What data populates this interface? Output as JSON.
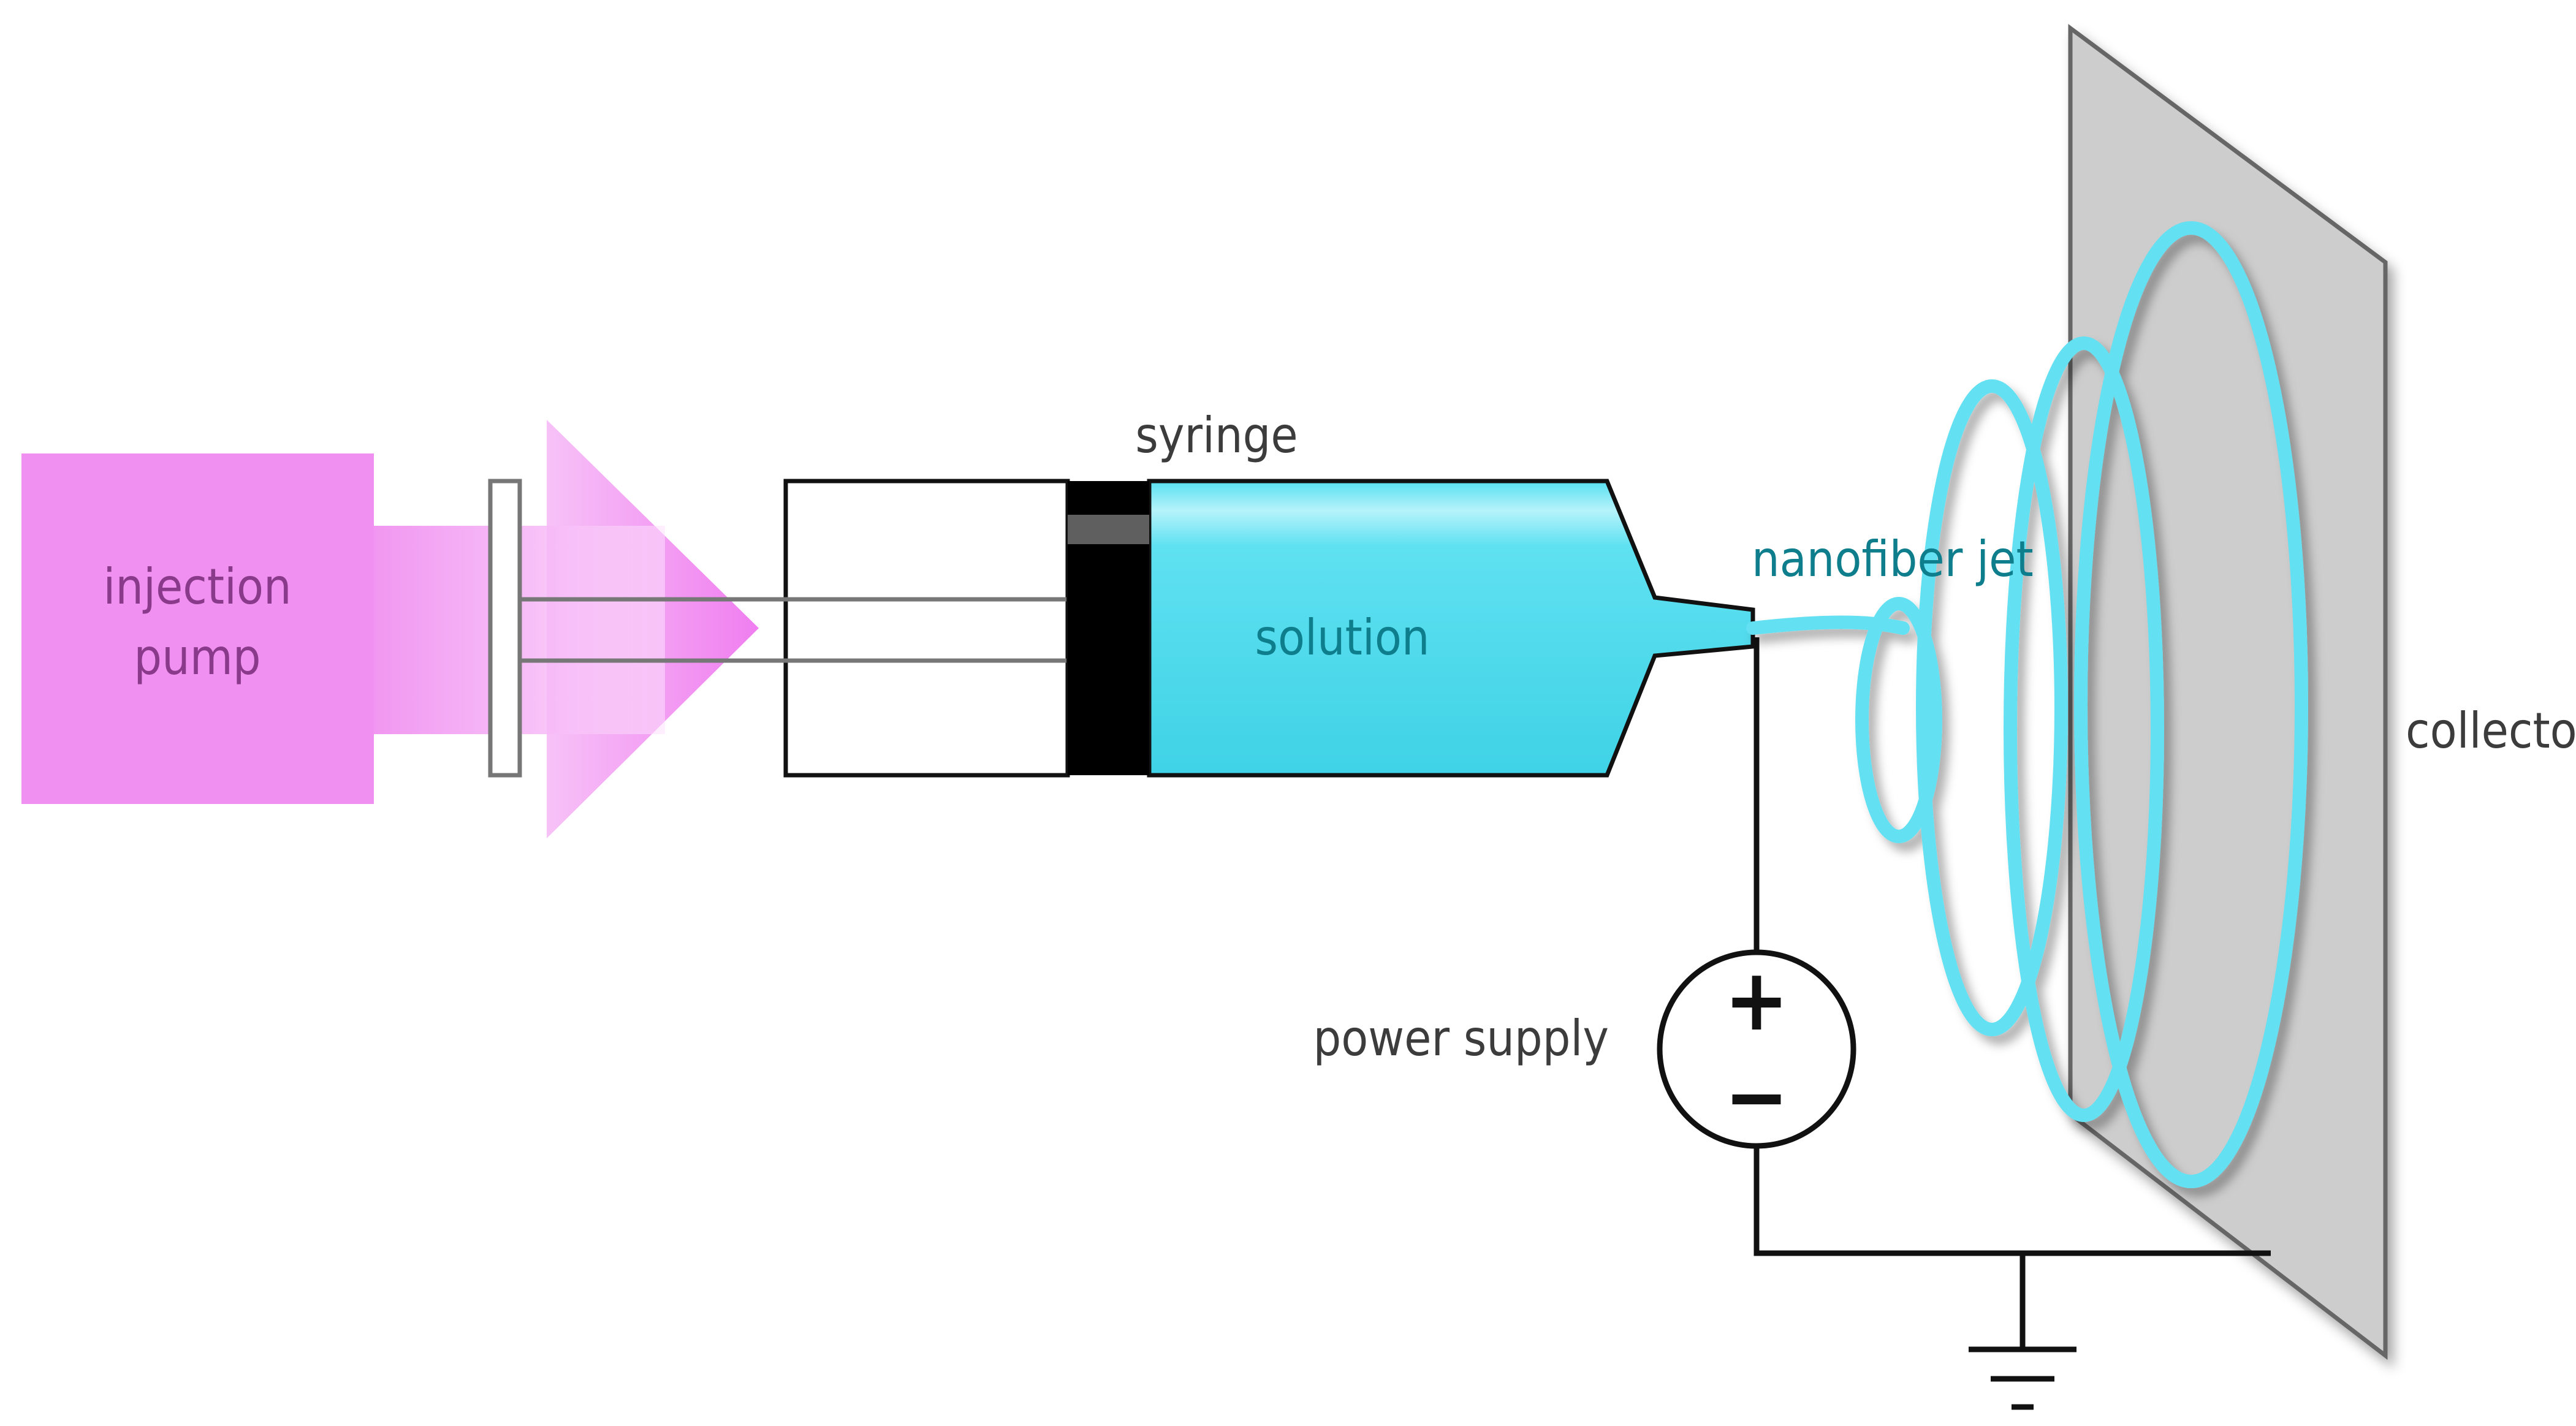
{
  "labels": {
    "injection_pump_line1": "injection",
    "injection_pump_line2": "pump",
    "syringe": "syringe",
    "solution": "solution",
    "nanofiber_jet": "nanofiber jet",
    "power_supply": "power supply",
    "collector": "collector",
    "plus_symbol": "+",
    "minus_symbol": "−"
  },
  "colors": {
    "pump": "#f090f0",
    "pump_text": "#8a3a8a",
    "solution": "#56dff0",
    "solution_text": "#0e7d8c",
    "fiber": "#63e0f2",
    "collector": "#cdcdcd",
    "wire": "#111111",
    "text": "#3c3c3c"
  },
  "icons": {
    "power": "dc-source-icon",
    "ground": "ground-icon",
    "arrow": "push-arrow-icon"
  }
}
